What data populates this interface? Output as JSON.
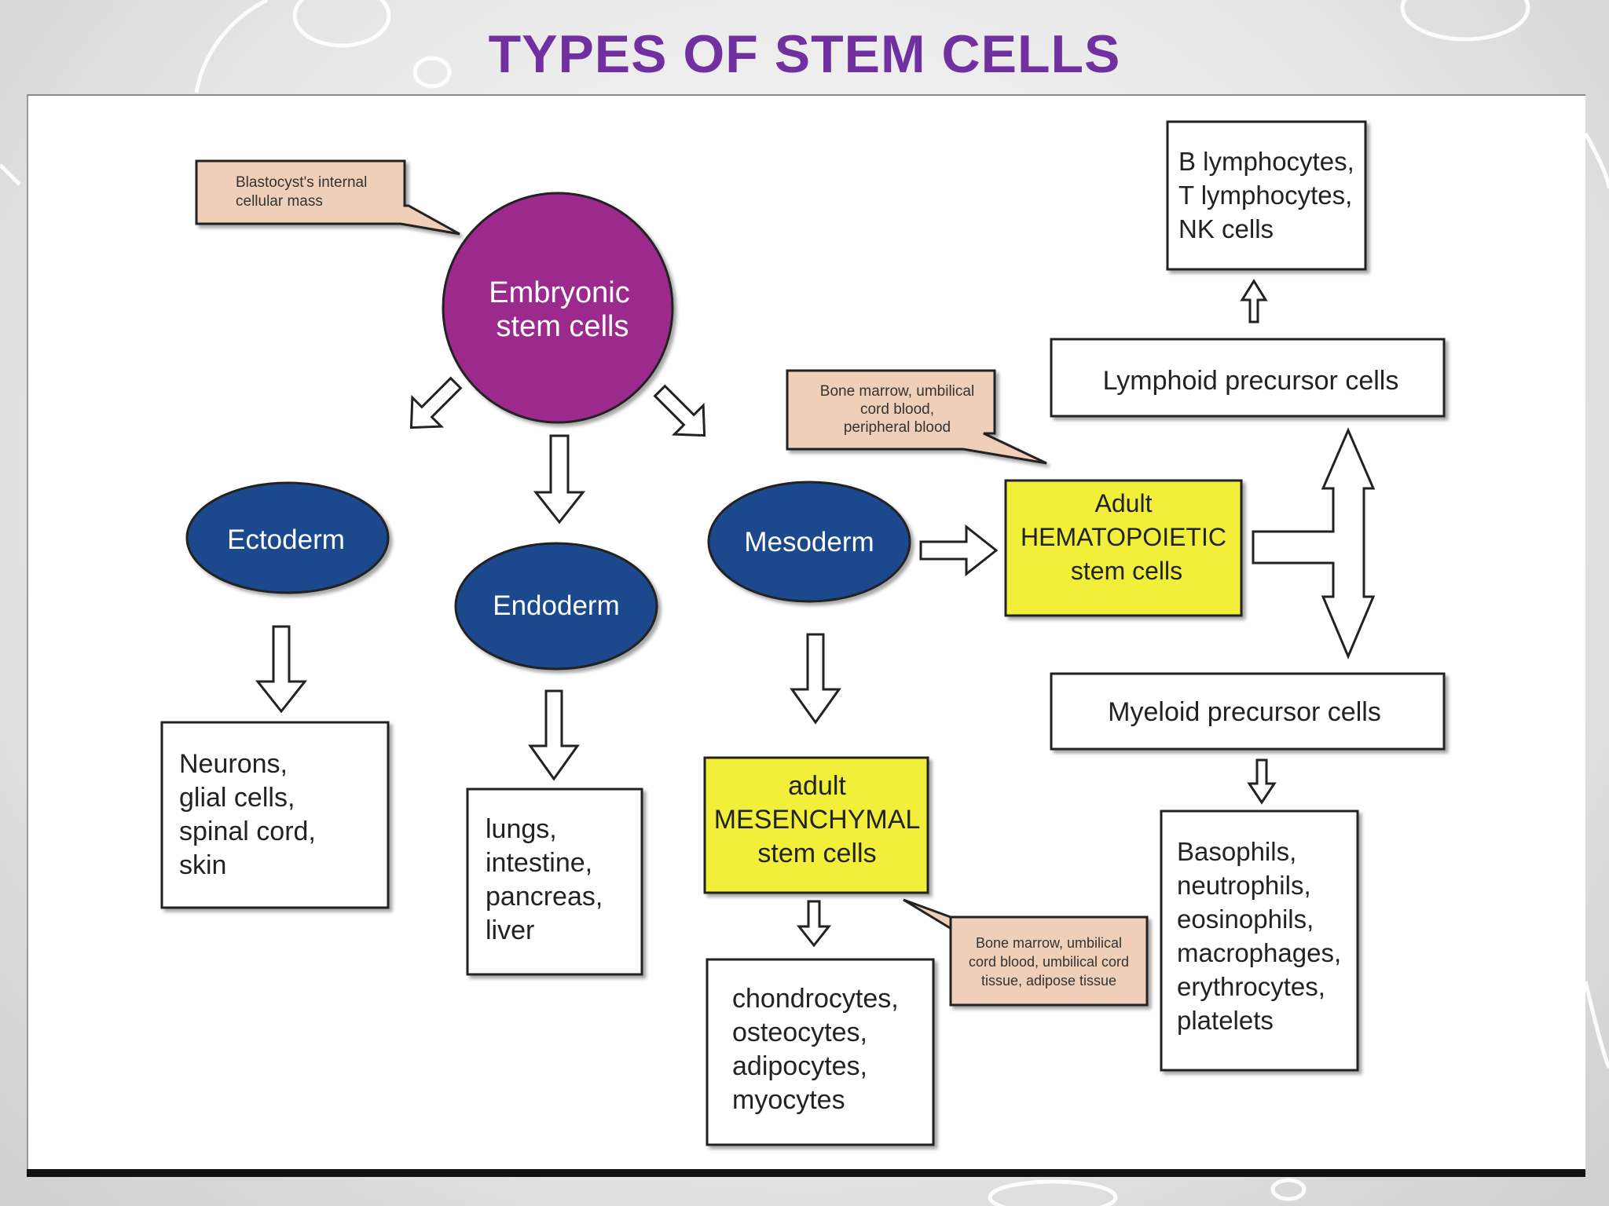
{
  "slide": {
    "title": "TYPES OF STEM CELLS"
  },
  "diagram": {
    "callouts": {
      "blastocyst": [
        "Blastocyst's internal",
        "cellular mass"
      ],
      "hematopoietic_source": [
        "Bone marrow, umbilical",
        "cord blood,",
        "peripheral blood"
      ],
      "mesenchymal_source": [
        "Bone marrow, umbilical",
        "cord blood, umbilical cord",
        "tissue, adipose tissue"
      ]
    },
    "embryonic": [
      "Embryonic",
      "stem cells"
    ],
    "germ_layers": {
      "ectoderm": "Ectoderm",
      "endoderm": "Endoderm",
      "mesoderm": "Mesoderm"
    },
    "outcomes": {
      "ectoderm": [
        "Neurons,",
        "glial cells,",
        "spinal cord,",
        "skin"
      ],
      "endoderm": [
        "lungs,",
        "intestine,",
        "pancreas,",
        "liver"
      ],
      "mesenchymal": [
        "chondrocytes,",
        "osteocytes,",
        "adipocytes,",
        "myocytes"
      ],
      "lymphoid": [
        "B lymphocytes,",
        "T lymphocytes,",
        "NK cells"
      ],
      "myeloid": [
        "Basophils,",
        "neutrophils,",
        "eosinophils,",
        "macrophages,",
        "erythrocytes,",
        "platelets"
      ]
    },
    "adult_hematopoietic": [
      "Adult",
      "HEMATOPOIETIC",
      "stem cells"
    ],
    "adult_mesenchymal": [
      "adult",
      "MESENCHYMAL",
      "stem cells"
    ],
    "lymphoid_precursor": "Lymphoid precursor cells",
    "myeloid_precursor": "Myeloid precursor cells",
    "colors": {
      "title": "#7030a0",
      "embryonic_fill": "#9b2a8c",
      "germ_layer_fill": "#1e4a8e",
      "adult_stem_fill": "#f2ef3a",
      "callout_fill": "#efcfb8"
    }
  }
}
